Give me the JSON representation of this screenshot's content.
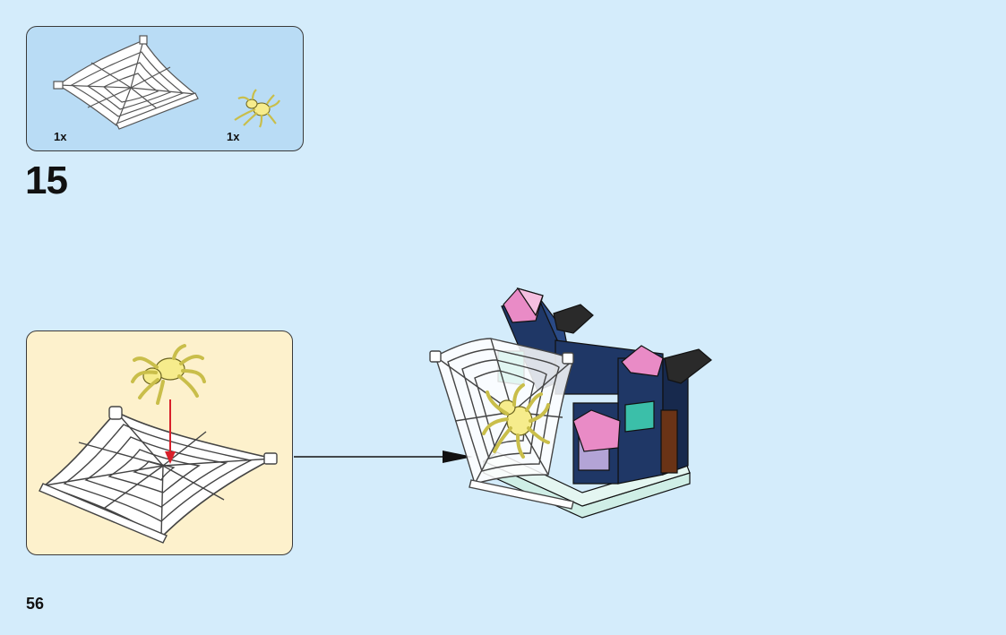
{
  "parts_list": {
    "items": [
      {
        "icon": "spider-web-icon",
        "quantity": "1x"
      },
      {
        "icon": "spider-icon",
        "quantity": "1x"
      }
    ]
  },
  "step": {
    "number": "15"
  },
  "page": {
    "number": "56"
  },
  "colors": {
    "page_background": "#d4ecfb",
    "parts_box": "#b9dcf5",
    "sub_assembly_box": "#fdf1cc",
    "spider_yellow": "#f6ec8c",
    "direction_arrow_red": "#d8202a",
    "castle_dark_blue": "#1f3766",
    "crystal_pink": "#e98bc6"
  }
}
